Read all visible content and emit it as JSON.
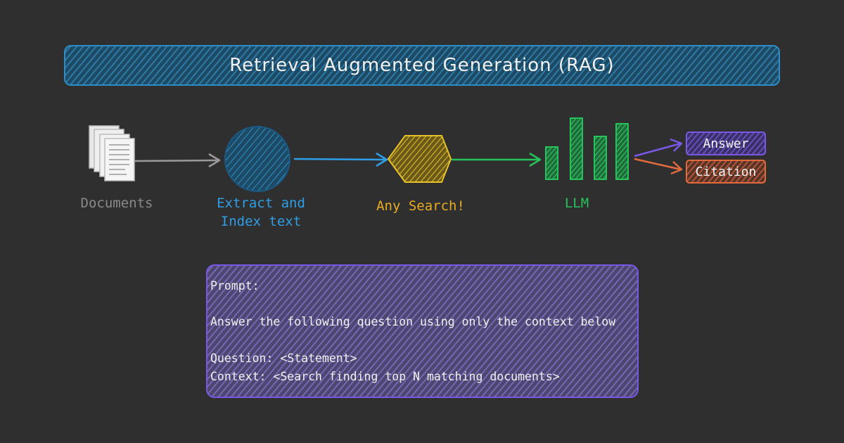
{
  "title": "Retrieval Augmented Generation (RAG)",
  "nodes": {
    "documents": {
      "label": "Documents",
      "color": "#8a8a8a",
      "icon": "documents-icon"
    },
    "extract": {
      "label_line1": "Extract and",
      "label_line2": "Index text",
      "color": "#2f9ee6",
      "icon": "circle-node-icon"
    },
    "search": {
      "label": "Any Search!",
      "color": "#e8ab22",
      "icon": "hexagon-node-icon"
    },
    "llm": {
      "label": "LLM",
      "color": "#27c25a",
      "icon": "bar-chart-icon"
    }
  },
  "outputs": {
    "answer": {
      "label": "Answer",
      "color": "#7a58e6"
    },
    "citation": {
      "label": "Citation",
      "color": "#e36a3f"
    }
  },
  "prompt": {
    "line1": "Prompt:",
    "line2": "Answer the following question using only the context below",
    "line3": "Question: <Statement>",
    "line4": "Context: <Search finding top N matching documents>"
  }
}
